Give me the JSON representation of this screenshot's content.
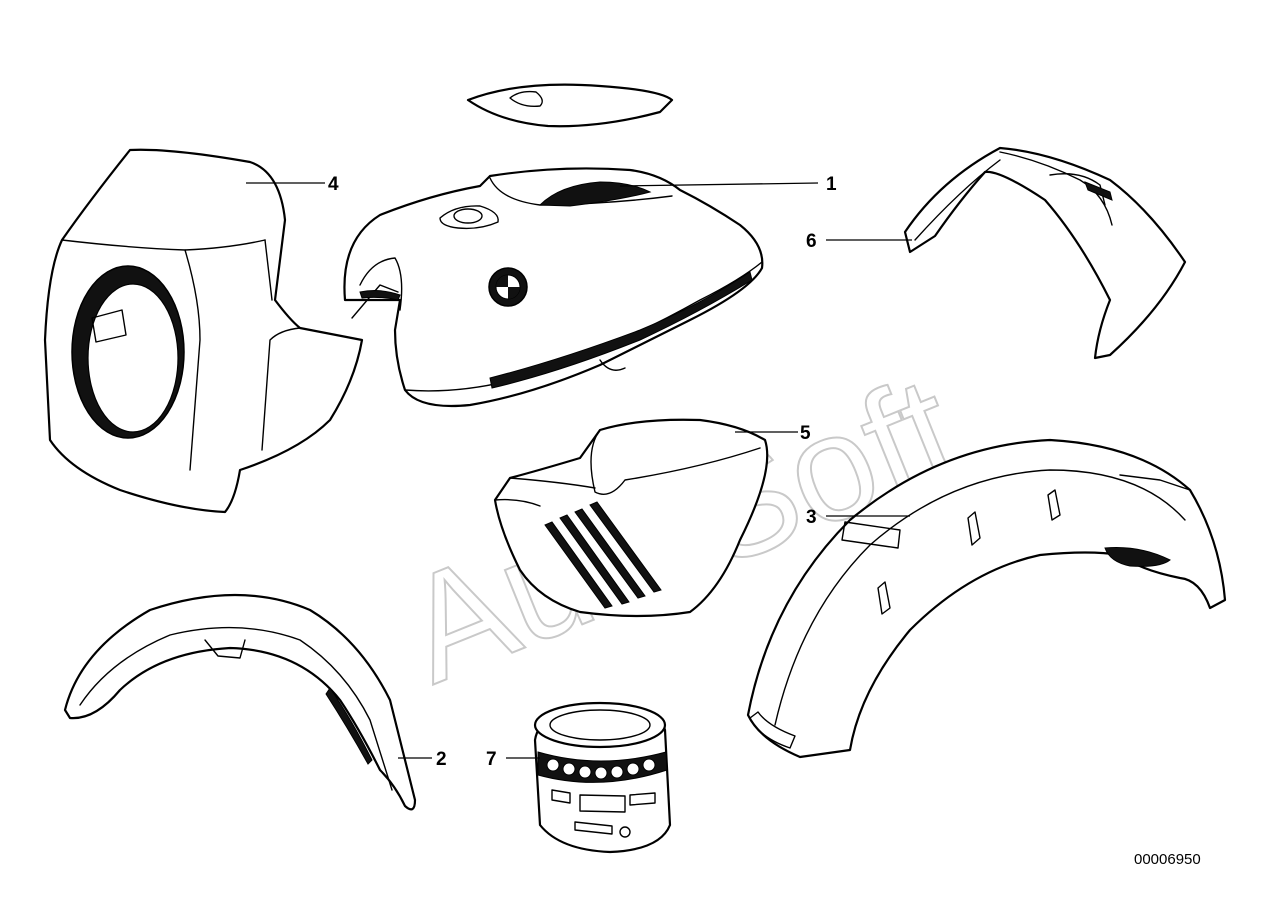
{
  "watermark": "AutoSoft",
  "document_number": "00006950",
  "parts": [
    {
      "id": "fuel-tank",
      "label": "1"
    },
    {
      "id": "front-fender",
      "label": "2"
    },
    {
      "id": "rear-fender",
      "label": "3"
    },
    {
      "id": "headlight-fairing",
      "label": "4"
    },
    {
      "id": "side-cover",
      "label": "5"
    },
    {
      "id": "seat-tail-cover",
      "label": "6"
    },
    {
      "id": "paint-can",
      "label": "7"
    }
  ]
}
